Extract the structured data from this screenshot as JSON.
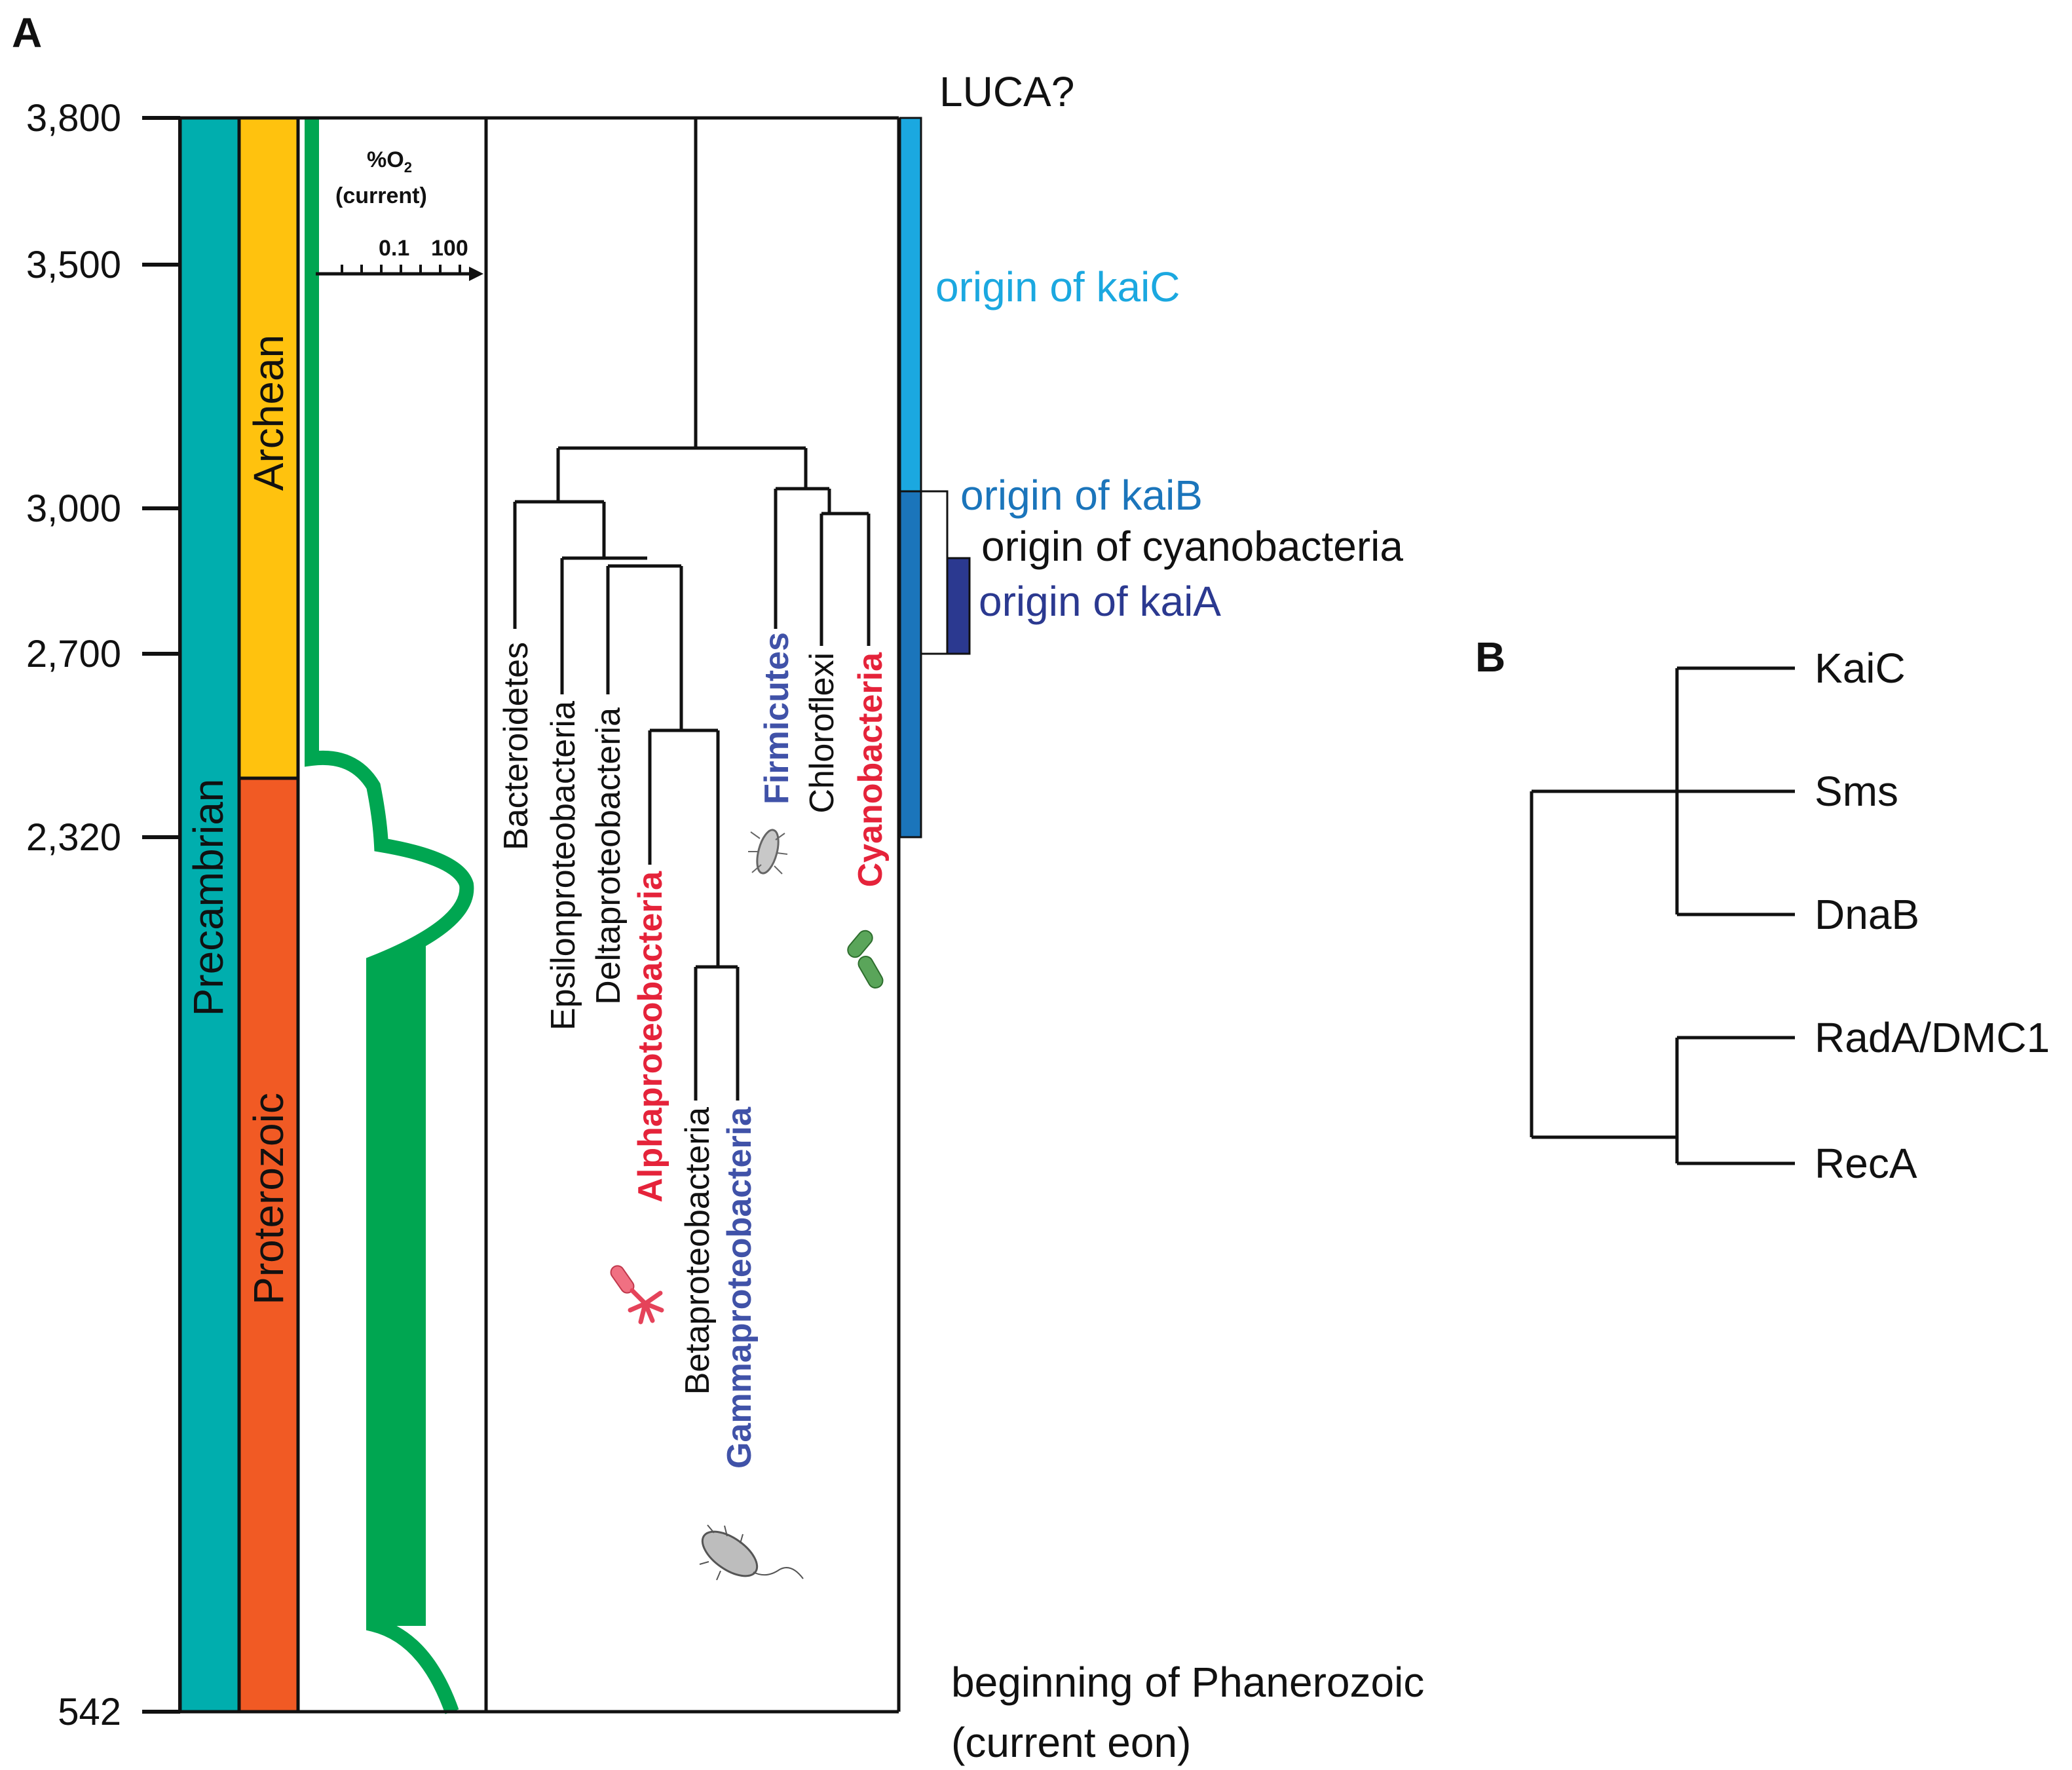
{
  "panel_a": {
    "label": "A",
    "time_axis": {
      "ticks": [
        {
          "label": "3,800",
          "value": 3800
        },
        {
          "label": "3,500",
          "value": 3500
        },
        {
          "label": "3,000",
          "value": 3000
        },
        {
          "label": "2,700",
          "value": 2700
        },
        {
          "label": "2,320",
          "value": 2320
        },
        {
          "label": "542",
          "value": 542
        }
      ]
    },
    "eras": {
      "precambrian": "Precambrian",
      "archean": "Archean",
      "proterozoic": "Proterozoic"
    },
    "oxygen": {
      "title_main": "%O",
      "title_sub": "2",
      "title_line2": "(current)",
      "scale_low": "0.1",
      "scale_high": "100"
    },
    "taxa": [
      {
        "name": "Bacteroidetes",
        "color": "#111111",
        "bold": false
      },
      {
        "name": "Epsilonproteobacteria",
        "color": "#111111",
        "bold": false
      },
      {
        "name": "Deltaproteobacteria",
        "color": "#111111",
        "bold": false
      },
      {
        "name": "Alphaproteobacteria",
        "color": "#e5233a",
        "bold": true
      },
      {
        "name": "Betaproteobacteria",
        "color": "#111111",
        "bold": false
      },
      {
        "name": "Gammaproteobacteria",
        "color": "#4052a8",
        "bold": true
      },
      {
        "name": "Firmicutes",
        "color": "#4052a8",
        "bold": true
      },
      {
        "name": "Chloroflexi",
        "color": "#111111",
        "bold": false
      },
      {
        "name": "Cyanobacteria",
        "color": "#e5233a",
        "bold": true
      }
    ],
    "events": {
      "luca": "LUCA?",
      "kaiC": "origin of kaiC",
      "kaiB": "origin of kaiB",
      "cyano": "origin of cyanobacteria",
      "kaiA": "origin of kaiA",
      "phanerozoic_1": "beginning of Phanerozoic",
      "phanerozoic_2": "(current eon)"
    },
    "colors": {
      "precambrian": "#00aeae",
      "archean": "#ffc20e",
      "proterozoic": "#f15a24",
      "oxygen": "#00a651",
      "kaiC": "#1ba8e0",
      "kaiB": "#1b75bb",
      "kaiA": "#2b3990",
      "red": "#e5233a",
      "blue": "#4052a8"
    }
  },
  "panel_b": {
    "label": "B",
    "leaves": [
      "KaiC",
      "Sms",
      "DnaB",
      "RadA/DMC1",
      "RecA"
    ]
  }
}
